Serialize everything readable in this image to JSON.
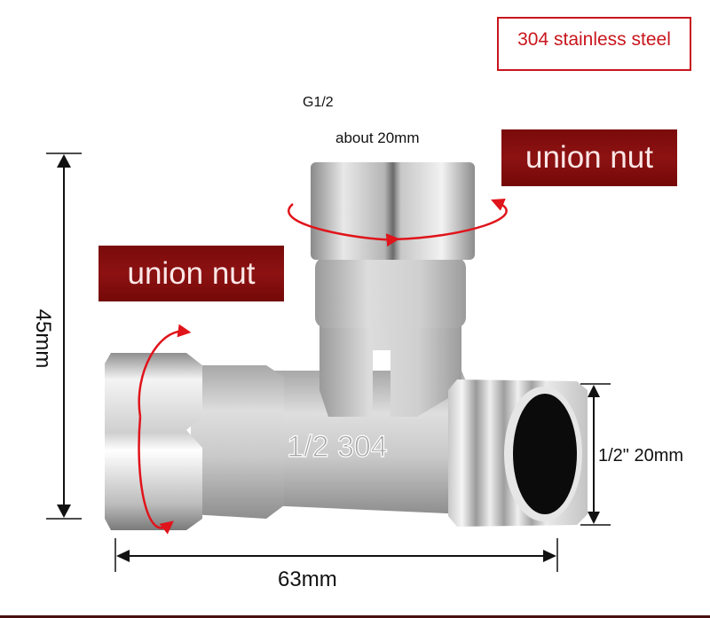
{
  "material": {
    "label": "304 stainless steel",
    "color": "#c8161d"
  },
  "thread_spec": {
    "label": "G1/2"
  },
  "top_nut_size": {
    "label": "about 20mm"
  },
  "callouts": [
    {
      "label": "union nut",
      "position": "top-right"
    },
    {
      "label": "union nut",
      "position": "left"
    }
  ],
  "body_marking": {
    "label": "1/2 304"
  },
  "dimensions": {
    "height": {
      "label": "45mm"
    },
    "length": {
      "label": "63mm"
    },
    "outlet": {
      "label": "1/2\" 20mm"
    }
  },
  "colors": {
    "tag_background": "#7a0a0a",
    "arrow_red": "#e0141b",
    "dimension_line": "#111111",
    "bottom_rule": "#4a1010"
  }
}
